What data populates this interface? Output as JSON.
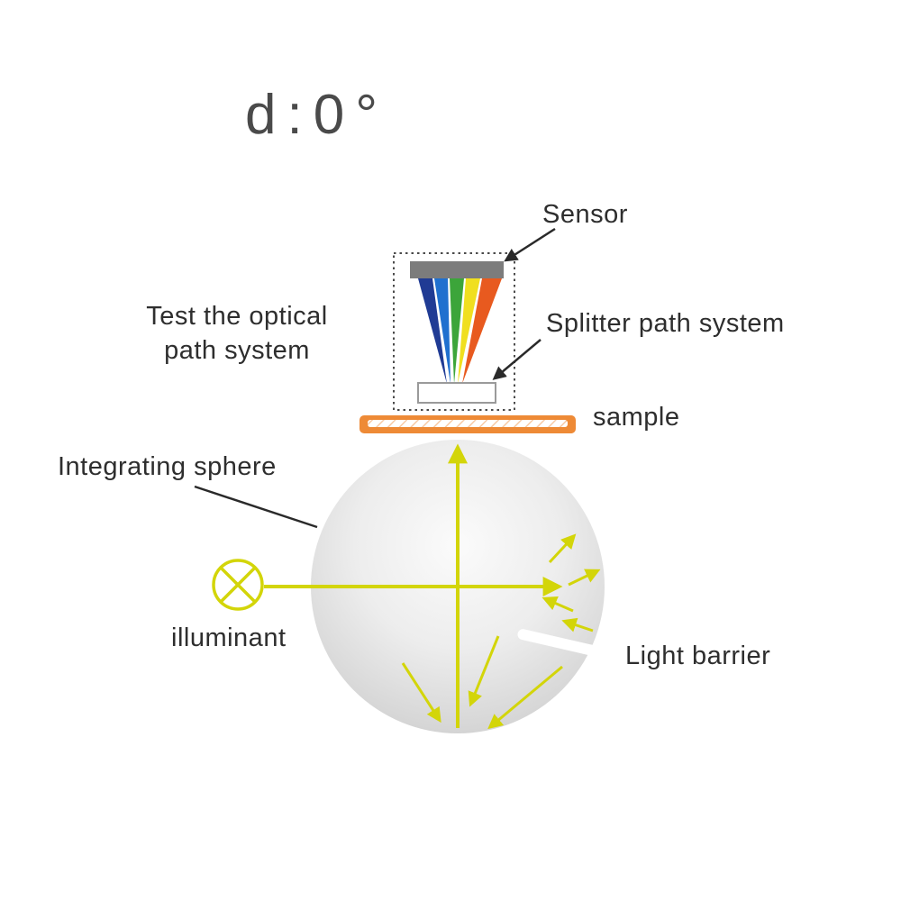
{
  "title": "d:0°",
  "labels": {
    "sensor": "Sensor",
    "test_optical_lines": [
      "Test the optical",
      "path system"
    ],
    "splitter": "Splitter path system",
    "sample": "sample",
    "integrating_sphere": "Integrating sphere",
    "illuminant": "illuminant",
    "light_barrier": "Light barrier"
  },
  "colors": {
    "yellow": "#d3d509",
    "orange": "#ee8a36",
    "sensor-gray": "#7c7c7c",
    "text-dark": "#2e2e2e",
    "arrow-black": "#2a2a2a",
    "sphere-edge": "#c0c0c0",
    "beam-darkblue": "#203b94",
    "beam-blue": "#2070cf",
    "beam-green": "#3ca53a",
    "beam-yellow": "#f0df1f",
    "beam-red": "#e85a1f"
  }
}
